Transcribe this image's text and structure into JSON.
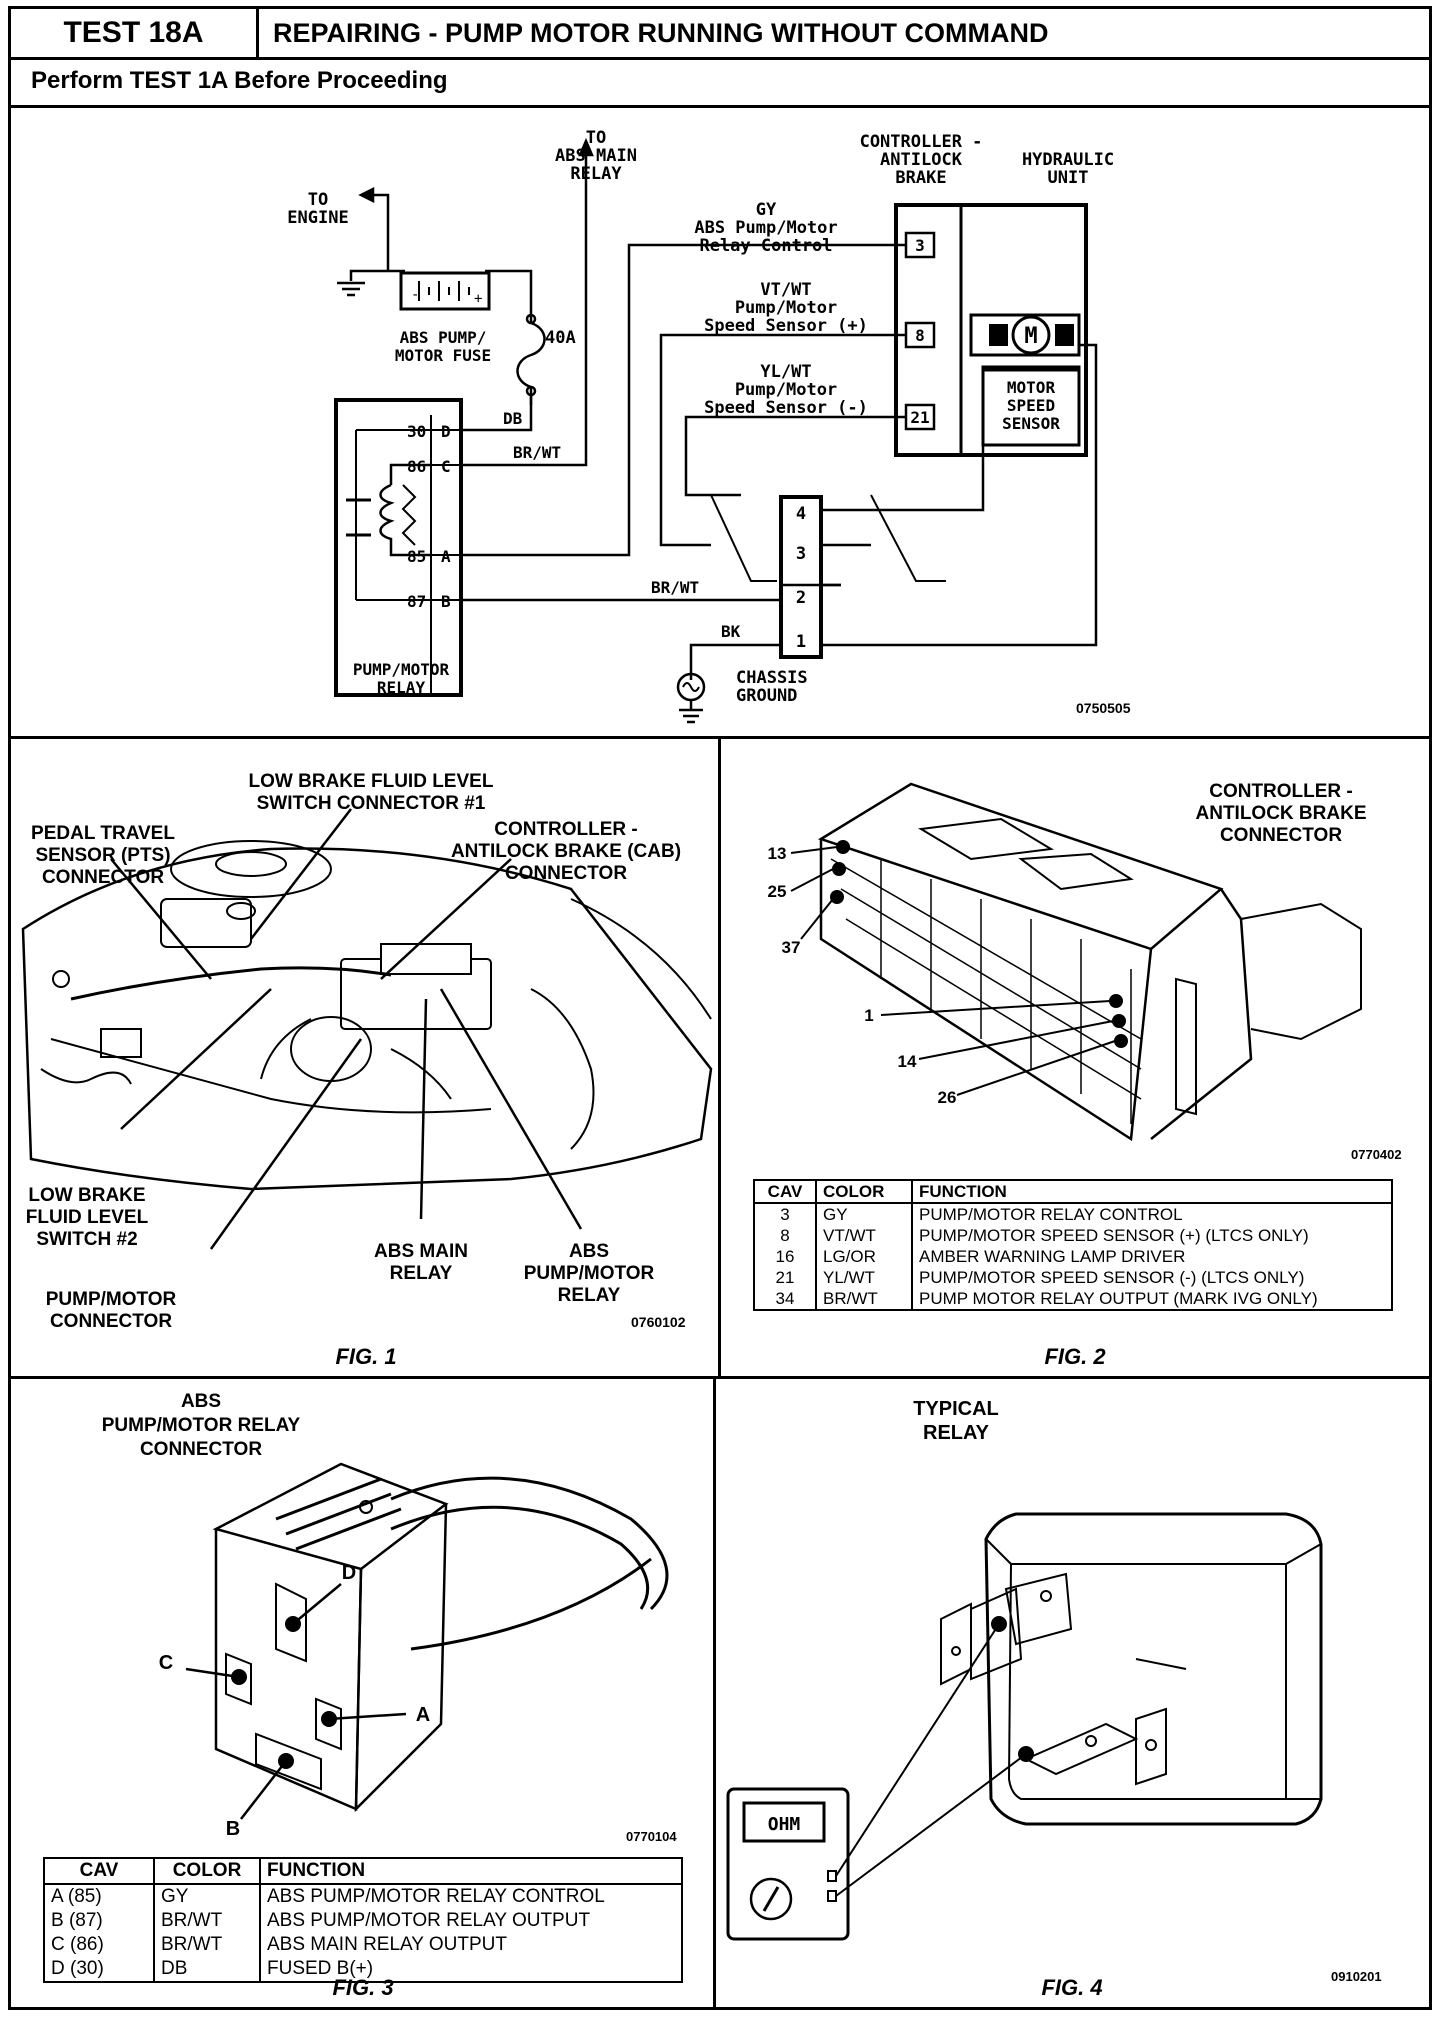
{
  "header": {
    "test_id": "TEST 18A",
    "title": "REPAIRING - PUMP MOTOR RUNNING WITHOUT COMMAND",
    "prerequisite": "Perform TEST 1A Before Proceeding"
  },
  "schematic": {
    "to_engine": [
      "TO",
      "ENGINE"
    ],
    "to_abs_main_relay": [
      "TO",
      "ABS MAIN",
      "RELAY"
    ],
    "controller_label": [
      "CONTROLLER -",
      "ANTILOCK",
      "BRAKE"
    ],
    "hydraulic_unit": [
      "HYDRAULIC",
      "UNIT"
    ],
    "fuse_label": [
      "ABS PUMP/",
      "MOTOR FUSE"
    ],
    "fuse_rating": "40A",
    "relay_label": [
      "PUMP/MOTOR",
      "RELAY"
    ],
    "relay_pins": [
      {
        "num": "30",
        "letter": "D"
      },
      {
        "num": "86",
        "letter": "C"
      },
      {
        "num": "85",
        "letter": "A"
      },
      {
        "num": "87",
        "letter": "B"
      }
    ],
    "wire_db": "DB",
    "wire_brwt_1": "BR/WT",
    "wire_brwt_2": "BR/WT",
    "wire_bk": "BK",
    "gy_label": [
      "GY",
      "ABS Pump/Motor",
      "Relay Control"
    ],
    "vtwt_label": [
      "VT/WT",
      "Pump/Motor",
      "Speed Sensor (+)"
    ],
    "ylwt_label": [
      "YL/WT",
      "Pump/Motor",
      "Speed Sensor (-)"
    ],
    "cab_pins": [
      "3",
      "8",
      "21"
    ],
    "motor_symbol": "M",
    "motor_sensor_label": [
      "MOTOR",
      "SPEED",
      "SENSOR"
    ],
    "connector_pins": [
      "4",
      "3",
      "2",
      "1"
    ],
    "chassis_ground": [
      "CHASSIS",
      "GROUND"
    ],
    "ref_code": "0750505"
  },
  "fig1": {
    "labels": {
      "low_brake_fluid_1": [
        "LOW BRAKE FLUID LEVEL",
        "SWITCH CONNECTOR #1"
      ],
      "pedal_travel": [
        "PEDAL TRAVEL",
        "SENSOR (PTS)",
        "CONNECTOR"
      ],
      "controller_cab": [
        "CONTROLLER -",
        "ANTILOCK BRAKE (CAB)",
        "CONNECTOR"
      ],
      "low_brake_fluid_2": [
        "LOW BRAKE",
        "FLUID LEVEL",
        "SWITCH #2"
      ],
      "pump_motor_connector": [
        "PUMP/MOTOR",
        "CONNECTOR"
      ],
      "abs_main_relay": [
        "ABS MAIN",
        "RELAY"
      ],
      "abs_pump_motor_relay": [
        "ABS",
        "PUMP/MOTOR",
        "RELAY"
      ]
    },
    "ref_code": "0760102",
    "caption": "FIG. 1"
  },
  "fig2": {
    "title": [
      "CONTROLLER -",
      "ANTILOCK BRAKE",
      "CONNECTOR"
    ],
    "pin_labels": [
      "13",
      "25",
      "37",
      "1",
      "14",
      "26"
    ],
    "ref_code": "0770402",
    "table": {
      "headers": [
        "CAV",
        "COLOR",
        "FUNCTION"
      ],
      "rows": [
        [
          "3",
          "GY",
          "PUMP/MOTOR RELAY CONTROL"
        ],
        [
          "8",
          "VT/WT",
          "PUMP/MOTOR SPEED SENSOR (+) (LTCS ONLY)"
        ],
        [
          "16",
          "LG/OR",
          "AMBER WARNING LAMP DRIVER"
        ],
        [
          "21",
          "YL/WT",
          "PUMP/MOTOR SPEED SENSOR (-) (LTCS ONLY)"
        ],
        [
          "34",
          "BR/WT",
          "PUMP MOTOR RELAY OUTPUT (MARK IVG ONLY)"
        ]
      ]
    },
    "caption": "FIG. 2"
  },
  "fig3": {
    "title": [
      "ABS",
      "PUMP/MOTOR RELAY",
      "CONNECTOR"
    ],
    "pin_letters": [
      "D",
      "C",
      "A",
      "B"
    ],
    "ref_code": "0770104",
    "table": {
      "headers": [
        "CAV",
        "COLOR",
        "FUNCTION"
      ],
      "rows": [
        [
          "A (85)",
          "GY",
          "ABS PUMP/MOTOR RELAY CONTROL"
        ],
        [
          "B (87)",
          "BR/WT",
          "ABS PUMP/MOTOR RELAY OUTPUT"
        ],
        [
          "C (86)",
          "BR/WT",
          "ABS MAIN RELAY OUTPUT"
        ],
        [
          "D (30)",
          "DB",
          "FUSED B(+)"
        ]
      ]
    },
    "caption": "FIG. 3"
  },
  "fig4": {
    "title": [
      "TYPICAL",
      "RELAY"
    ],
    "meter_display": "OHM",
    "ref_code": "0910201",
    "caption": "FIG. 4"
  }
}
